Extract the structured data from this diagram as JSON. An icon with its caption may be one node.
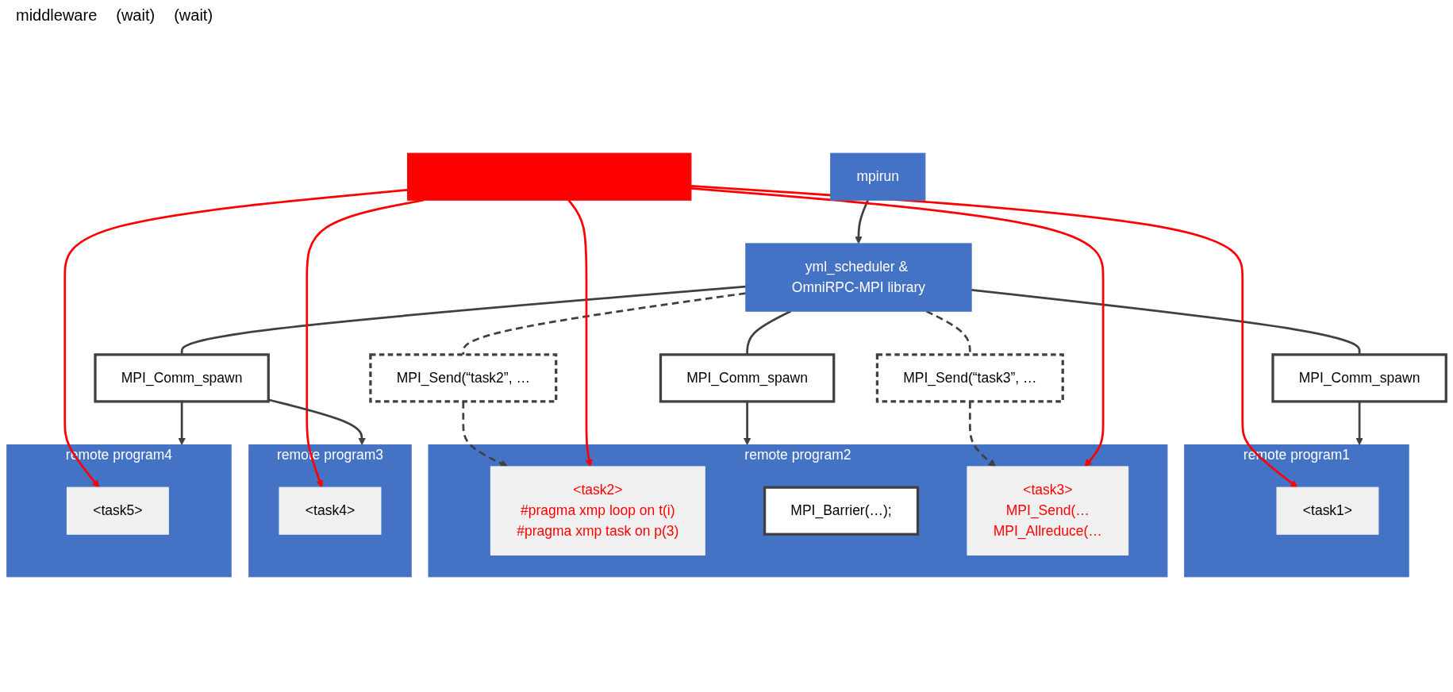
{
  "diagram": {
    "nodes": [
      {
        "text": [
          "mpirun"
        ]
      },
      {
        "text": [
          "yml_scheduler & OmniRPC-MPI library"
        ]
      },
      {
        "text": [
          "MPI_Comm_spawn"
        ]
      },
      {
        "text": [
          "MPI_Comm_spawn"
        ]
      },
      {
        "text": [
          "MPI_Send(“task2”, …"
        ]
      },
      {
        "text": [
          "remote program1"
        ]
      },
      {
        "text": [
          "<task1>"
        ],
        "in": 5
      },
      {
        "text": [
          "remote program2"
        ]
      },
      {
        "text": [
          "<task2>",
          "#pragma xmp loop on t(i)",
          "#pragma xmp task on p(3)"
        ],
        "in": 7
      },
      {
        "text": [
          "MPI_Barrier(…);"
        ],
        "in": 7
      },
      {
        "text": [
          "<task3>",
          "MPI_Send(…",
          "MPI_Allreduce(…"
        ],
        "in": 7
      },
      {
        "text": [
          "MPI_Comm_spawn"
        ]
      },
      {
        "text": [
          "MPI_Send(“task3”, …"
        ]
      },
      {
        "text": [
          "remote program3"
        ]
      },
      {
        "text": [
          "<task4>"
        ],
        "in": 13
      },
      {
        "text": [
          "remote program4"
        ]
      },
      {
        "text": [
          "<task5>"
        ],
        "in": 15
      },
      {
        "text": [],
        "shape": "bar"
      }
    ],
    "edges": [
      {
        "from": 0,
        "to": 1,
        "arrow": "to"
      },
      {
        "from": 1,
        "to": 2,
        "arrow": "none"
      },
      {
        "from": 2,
        "to": 5,
        "arrow": "to"
      },
      {
        "from": 1,
        "to": 3,
        "arrow": "none"
      },
      {
        "from": 3,
        "to": 7,
        "arrow": "to"
      },
      {
        "from": 1,
        "to": 4,
        "arrow": "none",
        "style": "dashed"
      },
      {
        "from": 4,
        "to": 8,
        "arrow": "to",
        "style": "dashed"
      },
      {
        "from": 1,
        "to": 11,
        "arrow": "none"
      },
      {
        "from": 11,
        "to": 13,
        "arrow": "to"
      },
      {
        "from": 11,
        "to": 15,
        "arrow": "to"
      },
      {
        "from": 1,
        "to": 12,
        "arrow": "none",
        "style": "dashed"
      },
      {
        "from": 12,
        "to": 10,
        "arrow": "to",
        "style": "dashed"
      },
      {
        "from": 17,
        "to": 14,
        "arrow": "to",
        "color": "#ff0000"
      },
      {
        "from": 17,
        "to": 16,
        "arrow": "to",
        "color": "#ff0000"
      },
      {
        "from": 17,
        "to": 6,
        "arrow": "to",
        "color": "#ff0000"
      },
      {
        "from": 17,
        "to": 8,
        "arrow": "to",
        "color": "#ff0000"
      },
      {
        "from": 17,
        "to": 10,
        "arrow": "to",
        "color": "#ff0000"
      }
    ],
    "labels": [
      "middleware",
      "(wait)",
      "(wait)"
    ]
  }
}
